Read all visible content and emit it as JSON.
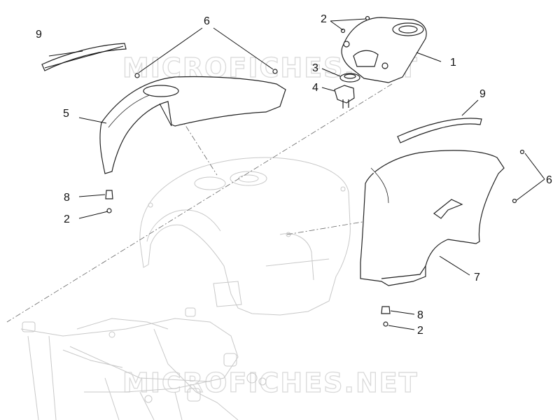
{
  "watermark": {
    "text": "MICROFICHES.NET"
  },
  "callouts": {
    "c1": "1",
    "c2a": "2",
    "c2b": "2",
    "c2c": "2",
    "c3": "3",
    "c4": "4",
    "c5": "5",
    "c6a": "6",
    "c6b": "6",
    "c7": "7",
    "c8a": "8",
    "c8b": "8",
    "c9a": "9",
    "c9b": "9"
  },
  "colors": {
    "ink": "#111111",
    "watermark": "#d9d9d9",
    "ghost": "#c8c8c8"
  }
}
